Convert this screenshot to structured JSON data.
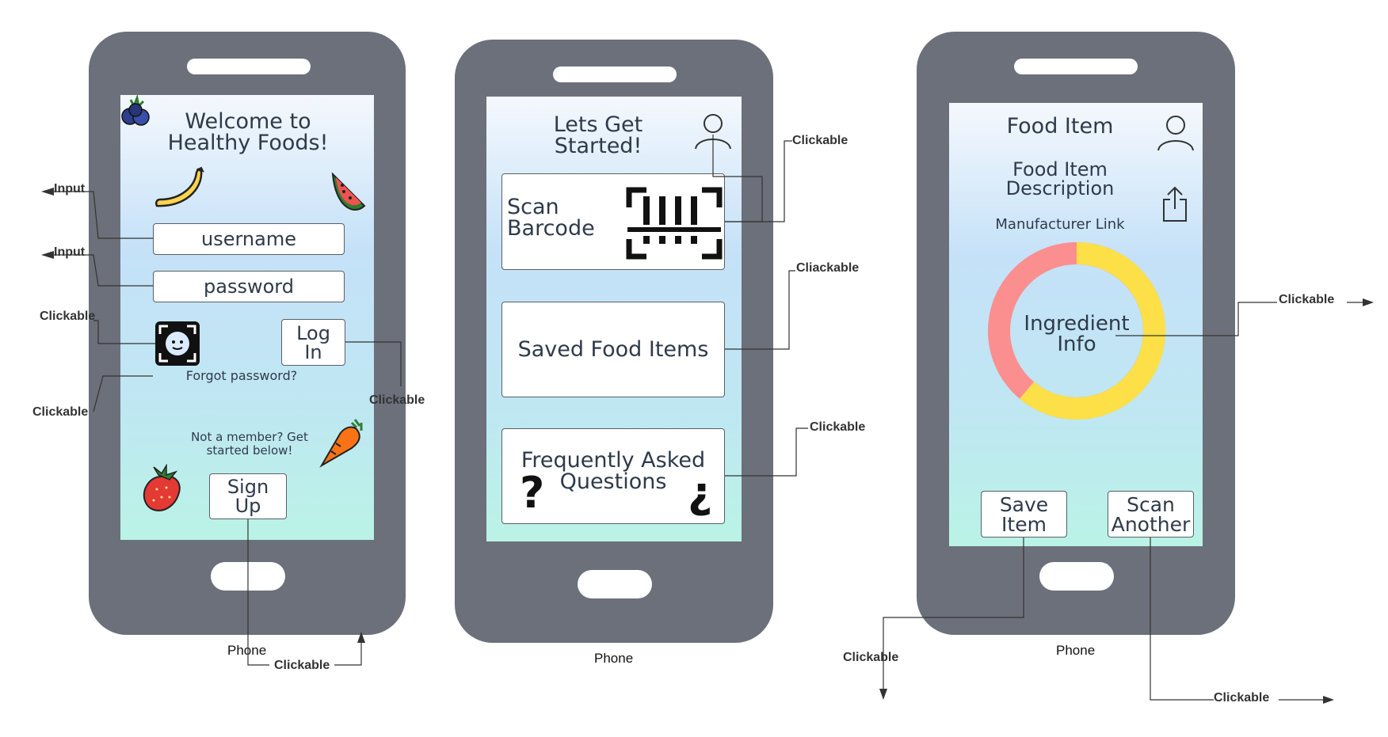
{
  "phone1": {
    "title_line1": "Welcome to",
    "title_line2": "Healthy Foods!",
    "username_label": "username",
    "password_label": "password",
    "login_line1": "Log",
    "login_line2": "In",
    "forgot": "Forgot password?",
    "not_member_line1": "Not a member? Get",
    "not_member_line2": "started below!",
    "signup_line1": "Sign",
    "signup_line2": "Up",
    "label": "Phone"
  },
  "phone2": {
    "title_line1": "Lets Get",
    "title_line2": "Started!",
    "scan_line1": "Scan",
    "scan_line2": "Barcode",
    "saved": "Saved Food Items",
    "faq_line1": "Frequently Asked",
    "faq_line2": "Questions",
    "faq_q": "?",
    "faq_q_inv": "¿",
    "label": "Phone"
  },
  "phone3": {
    "title": "Food Item",
    "desc_line1": "Food Item",
    "desc_line2": "Description",
    "manufacturer": "Manufacturer Link",
    "ingredient_line1": "Ingredient",
    "ingredient_line2": "Info",
    "save_line1": "Save",
    "save_line2": "Item",
    "scan_line1": "Scan",
    "scan_line2": "Another",
    "label": "Phone"
  },
  "annotations": {
    "input1": "Input",
    "input2": "Input",
    "clickable_face": "Clickable",
    "clickable_forgot": "Clickable",
    "clickable_login": "Clickable",
    "clickable_signup": "Clickable",
    "clickable_profile": "Clickable",
    "cliackable_saved": "Cliackable",
    "clickable_faq": "Clickable",
    "clickable_ingredient": "Clickable",
    "clickable_save": "Clickable",
    "clickable_scan_another": "Clickable"
  },
  "colors": {
    "phone_body": "#6b707a",
    "donut_red": "#fb8f8f",
    "donut_yellow": "#fde047"
  },
  "icons": [
    "blueberry-icon",
    "banana-icon",
    "watermelon-icon",
    "face-id-icon",
    "carrot-icon",
    "strawberry-icon",
    "user-icon",
    "barcode-icon",
    "share-icon"
  ]
}
